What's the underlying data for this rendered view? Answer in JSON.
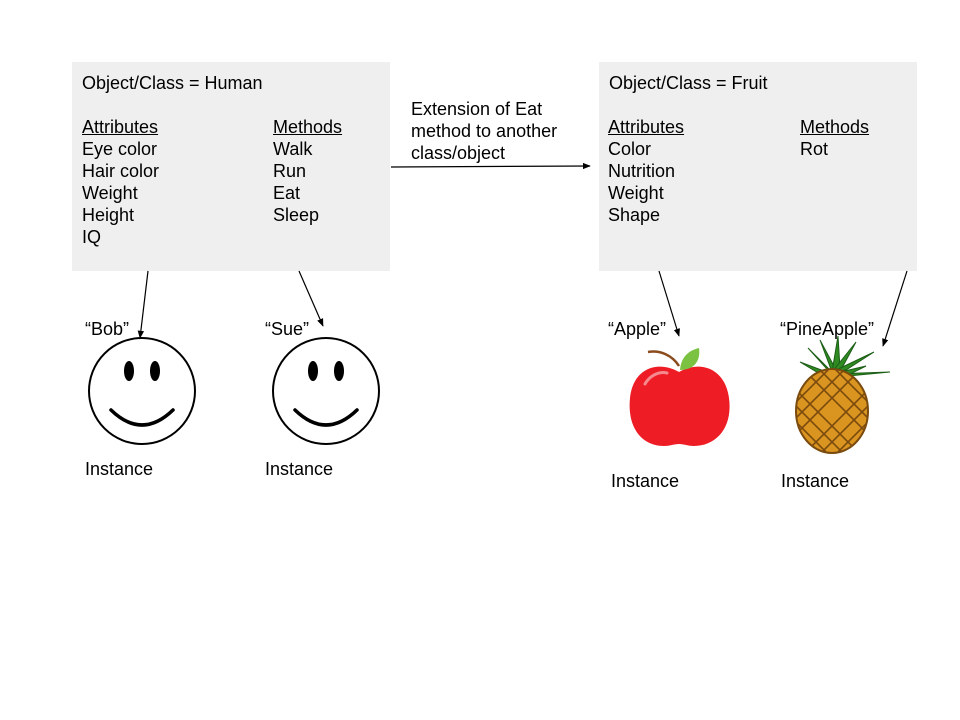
{
  "human_class": {
    "title": "Object/Class = Human",
    "attributes_heading": "Attributes",
    "attributes": [
      "Eye color",
      "Hair color",
      "Weight",
      "Height",
      "IQ"
    ],
    "methods_heading": "Methods",
    "methods": [
      "Walk",
      "Run",
      "Eat",
      "Sleep"
    ]
  },
  "fruit_class": {
    "title": "Object/Class = Fruit",
    "attributes_heading": "Attributes",
    "attributes": [
      "Color",
      "Nutrition",
      "Weight",
      "Shape"
    ],
    "methods_heading": "Methods",
    "methods": [
      "Rot"
    ]
  },
  "extension_label": "Extension of Eat method to another class/object",
  "instances": {
    "bob": {
      "name": "“Bob”",
      "label": "Instance",
      "icon": "smiley-face-icon"
    },
    "sue": {
      "name": "“Sue”",
      "label": "Instance",
      "icon": "smiley-face-icon"
    },
    "apple": {
      "name": "“Apple”",
      "label": "Instance",
      "icon": "apple-icon"
    },
    "pineapple": {
      "name": "“PineApple”",
      "label": "Instance",
      "icon": "pineapple-icon"
    }
  },
  "colors": {
    "box_fill": "#efefef",
    "apple_red": "#ee1c25",
    "leaf_green": "#7cc242",
    "pineapple_body": "#d9951f",
    "pineapple_crown": "#2f8a22"
  }
}
